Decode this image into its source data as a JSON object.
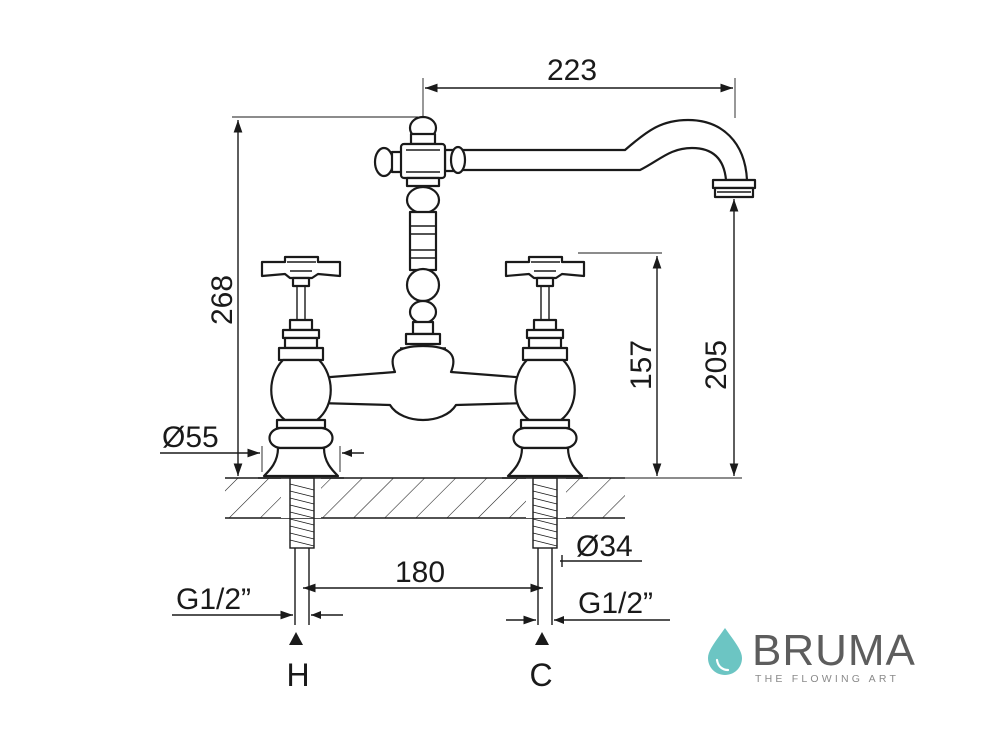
{
  "dimensions": {
    "spout_reach": "223",
    "total_height": "268",
    "spout_height": "205",
    "handle_height": "157",
    "base_diameter": "Ø55",
    "pipe_diameter": "Ø34",
    "center_distance": "180",
    "left_thread": "G1/2”",
    "right_thread": "G1/2”"
  },
  "connections": {
    "hot": "H",
    "cold": "C"
  },
  "brand": {
    "name": "BRUMA",
    "tagline": "THE FLOWING ART",
    "accent_color": "#6cc5c3",
    "icon": "water-drop-icon"
  }
}
